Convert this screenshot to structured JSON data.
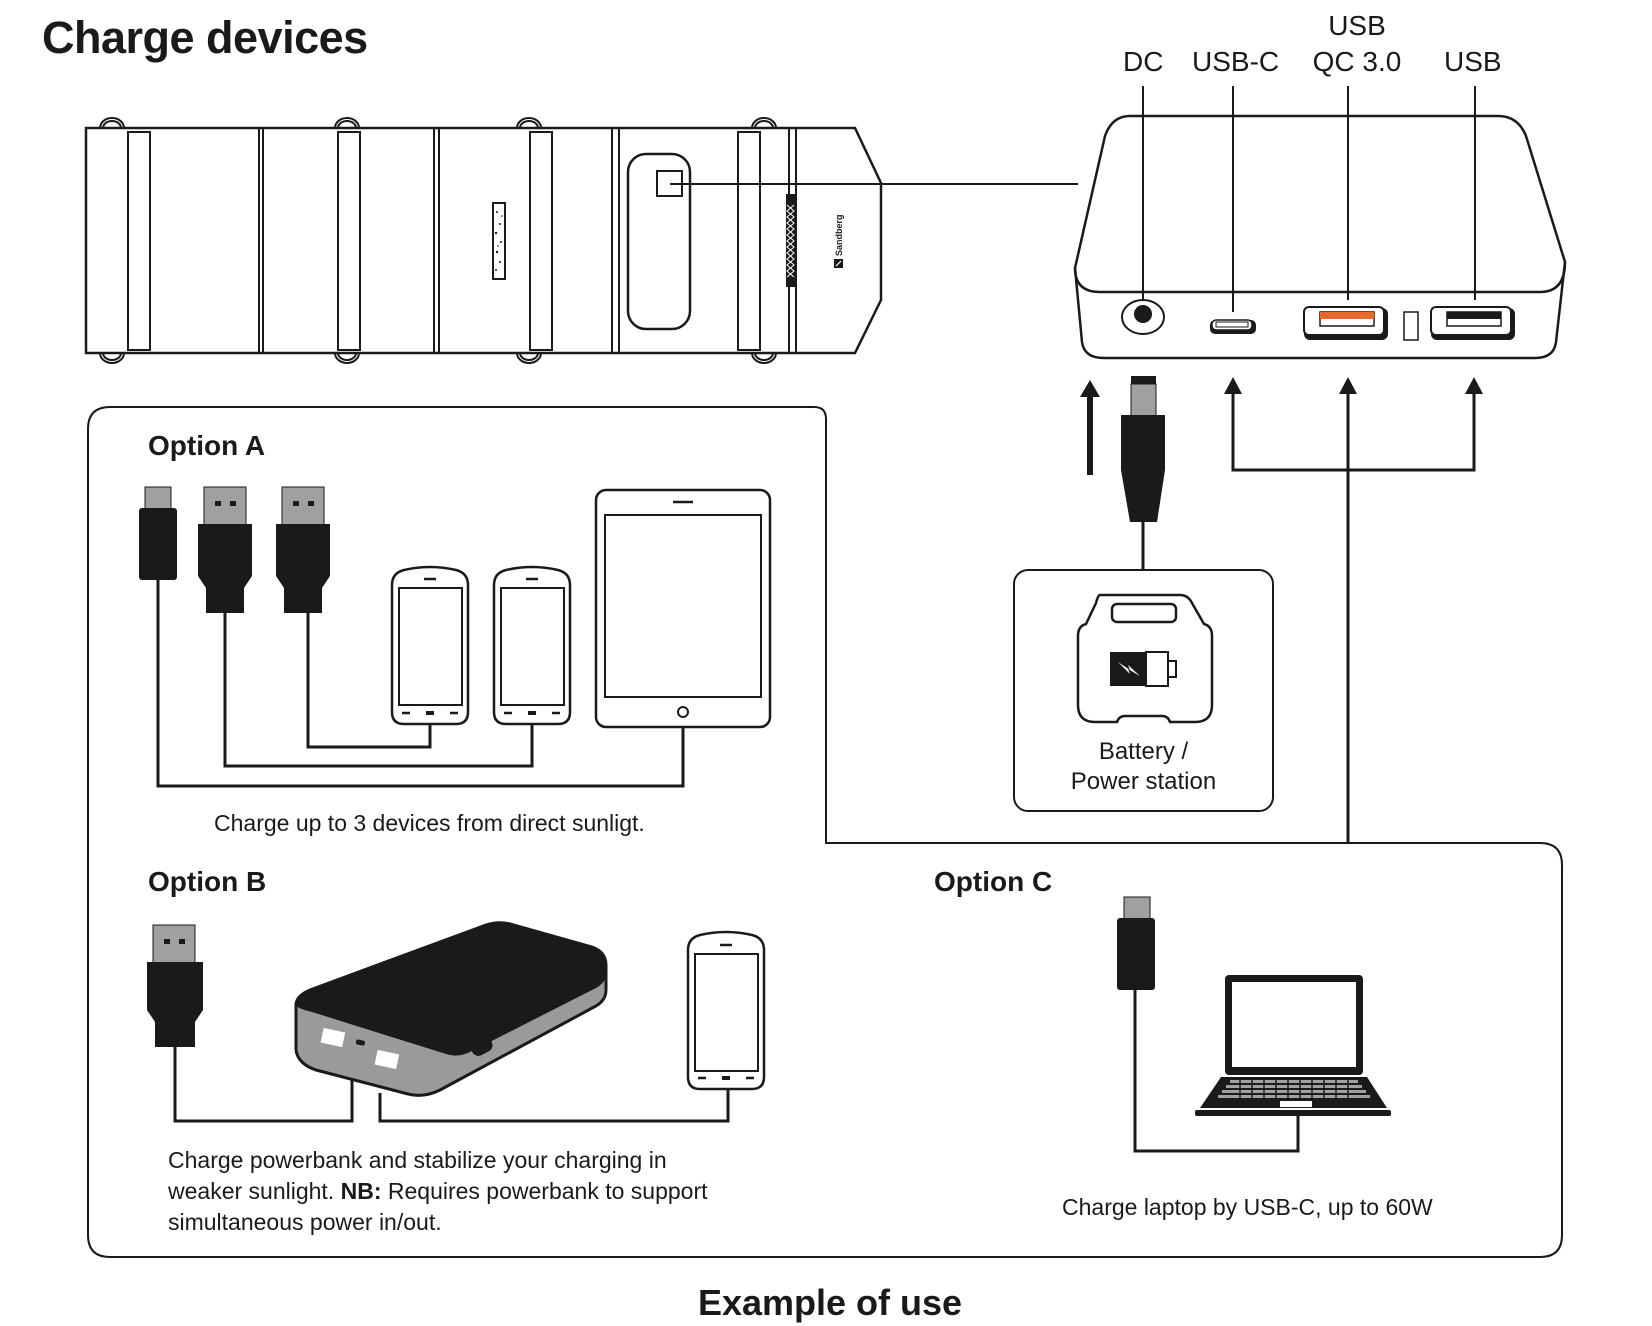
{
  "header": {
    "title": "Charge devices"
  },
  "ports": {
    "dc": "DC",
    "usb_c": "USB-C",
    "usb_qc_line1": "USB",
    "usb_qc_line2": "QC 3.0",
    "usb": "USB"
  },
  "brand": {
    "logo_text": "Sandberg"
  },
  "battery_box": {
    "line1": "Battery /",
    "line2": "Power station"
  },
  "options": {
    "a": {
      "heading": "Option A",
      "caption": "Charge up to 3 devices from direct sunligt."
    },
    "b": {
      "heading": "Option B",
      "caption_line1": "Charge powerbank and stabilize your charging in",
      "caption_line2_pre": "weaker sunlight. ",
      "caption_line2_bold": "NB:",
      "caption_line2_post": " Requires powerbank to support",
      "caption_line3": "simultaneous power in/out."
    },
    "c": {
      "heading": "Option C",
      "caption": "Charge laptop by USB-C, up to 60W"
    }
  },
  "footer": {
    "title": "Example of use"
  },
  "colors": {
    "ink": "#1a1a1a",
    "qc_accent": "#e8692a",
    "plug_grey": "#a0a0a0",
    "powerbank_grey": "#9a9a9a"
  }
}
